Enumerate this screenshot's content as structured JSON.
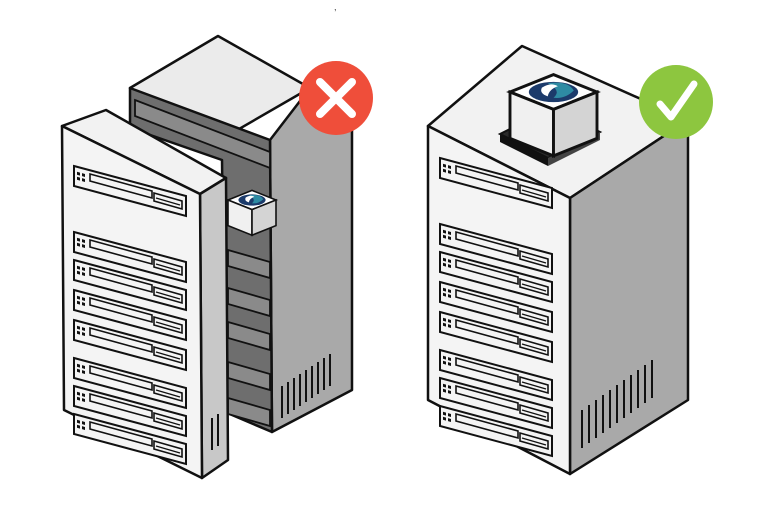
{
  "diagram": {
    "stray_mark": ",",
    "left_panel": {
      "status": "incorrect",
      "badge_icon": "x-mark-icon",
      "badge_color": "#ef4e3a",
      "tower": "server-tower-opened",
      "device_location": "inside-chassis"
    },
    "right_panel": {
      "status": "correct",
      "badge_icon": "checkmark-icon",
      "badge_color": "#8dc63f",
      "tower": "server-tower-closed",
      "device_location": "mounted-on-top"
    },
    "colors": {
      "outline": "#111111",
      "panel_light": "#f2f2f2",
      "panel_mid": "#c8c8c8",
      "panel_dark": "#9e9e9e",
      "interior": "#6e6e6e",
      "logo_navy": "#1c3b6b",
      "logo_teal": "#2e8ba3"
    }
  }
}
